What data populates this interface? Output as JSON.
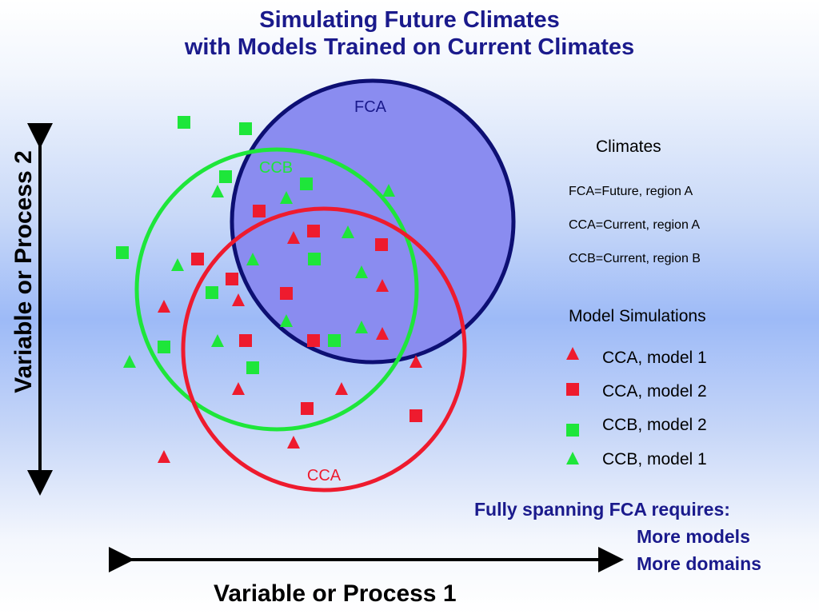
{
  "title": {
    "line1": "Simulating Future Climates",
    "line2": "with Models Trained on Current Climates"
  },
  "circles": {
    "fca": {
      "label": "FCA",
      "fill": "#8a8cf0",
      "stroke": "#0d0f73"
    },
    "ccb": {
      "label": "CCB",
      "stroke": "#1ee63a"
    },
    "cca": {
      "label": "CCA",
      "stroke": "#ee1b2e"
    }
  },
  "legend": {
    "climates_heading": "Climates",
    "climate_defs": [
      "FCA=Future, region A",
      "CCA=Current, region A",
      "CCB=Current, region B"
    ],
    "model_heading": "Model Simulations",
    "model_items": [
      {
        "marker": "triangle-icon",
        "color": "#ee1b2e",
        "label": "CCA, model 1"
      },
      {
        "marker": "square-icon",
        "color": "#ee1b2e",
        "label": "CCA, model 2"
      },
      {
        "marker": "square-icon",
        "color": "#1ee63a",
        "label": "CCB, model 2"
      },
      {
        "marker": "triangle-icon",
        "color": "#1ee63a",
        "label": "CCB, model 1"
      }
    ]
  },
  "note": {
    "line1": "Fully spanning FCA requires:",
    "line2": "More models",
    "line3": "More domains"
  },
  "axes": {
    "x_label": "Variable or Process 1",
    "y_label": "Variable or Process 2"
  },
  "colors": {
    "red": "#ee1b2e",
    "green": "#1ee63a",
    "navy": "#1a1a8c"
  }
}
